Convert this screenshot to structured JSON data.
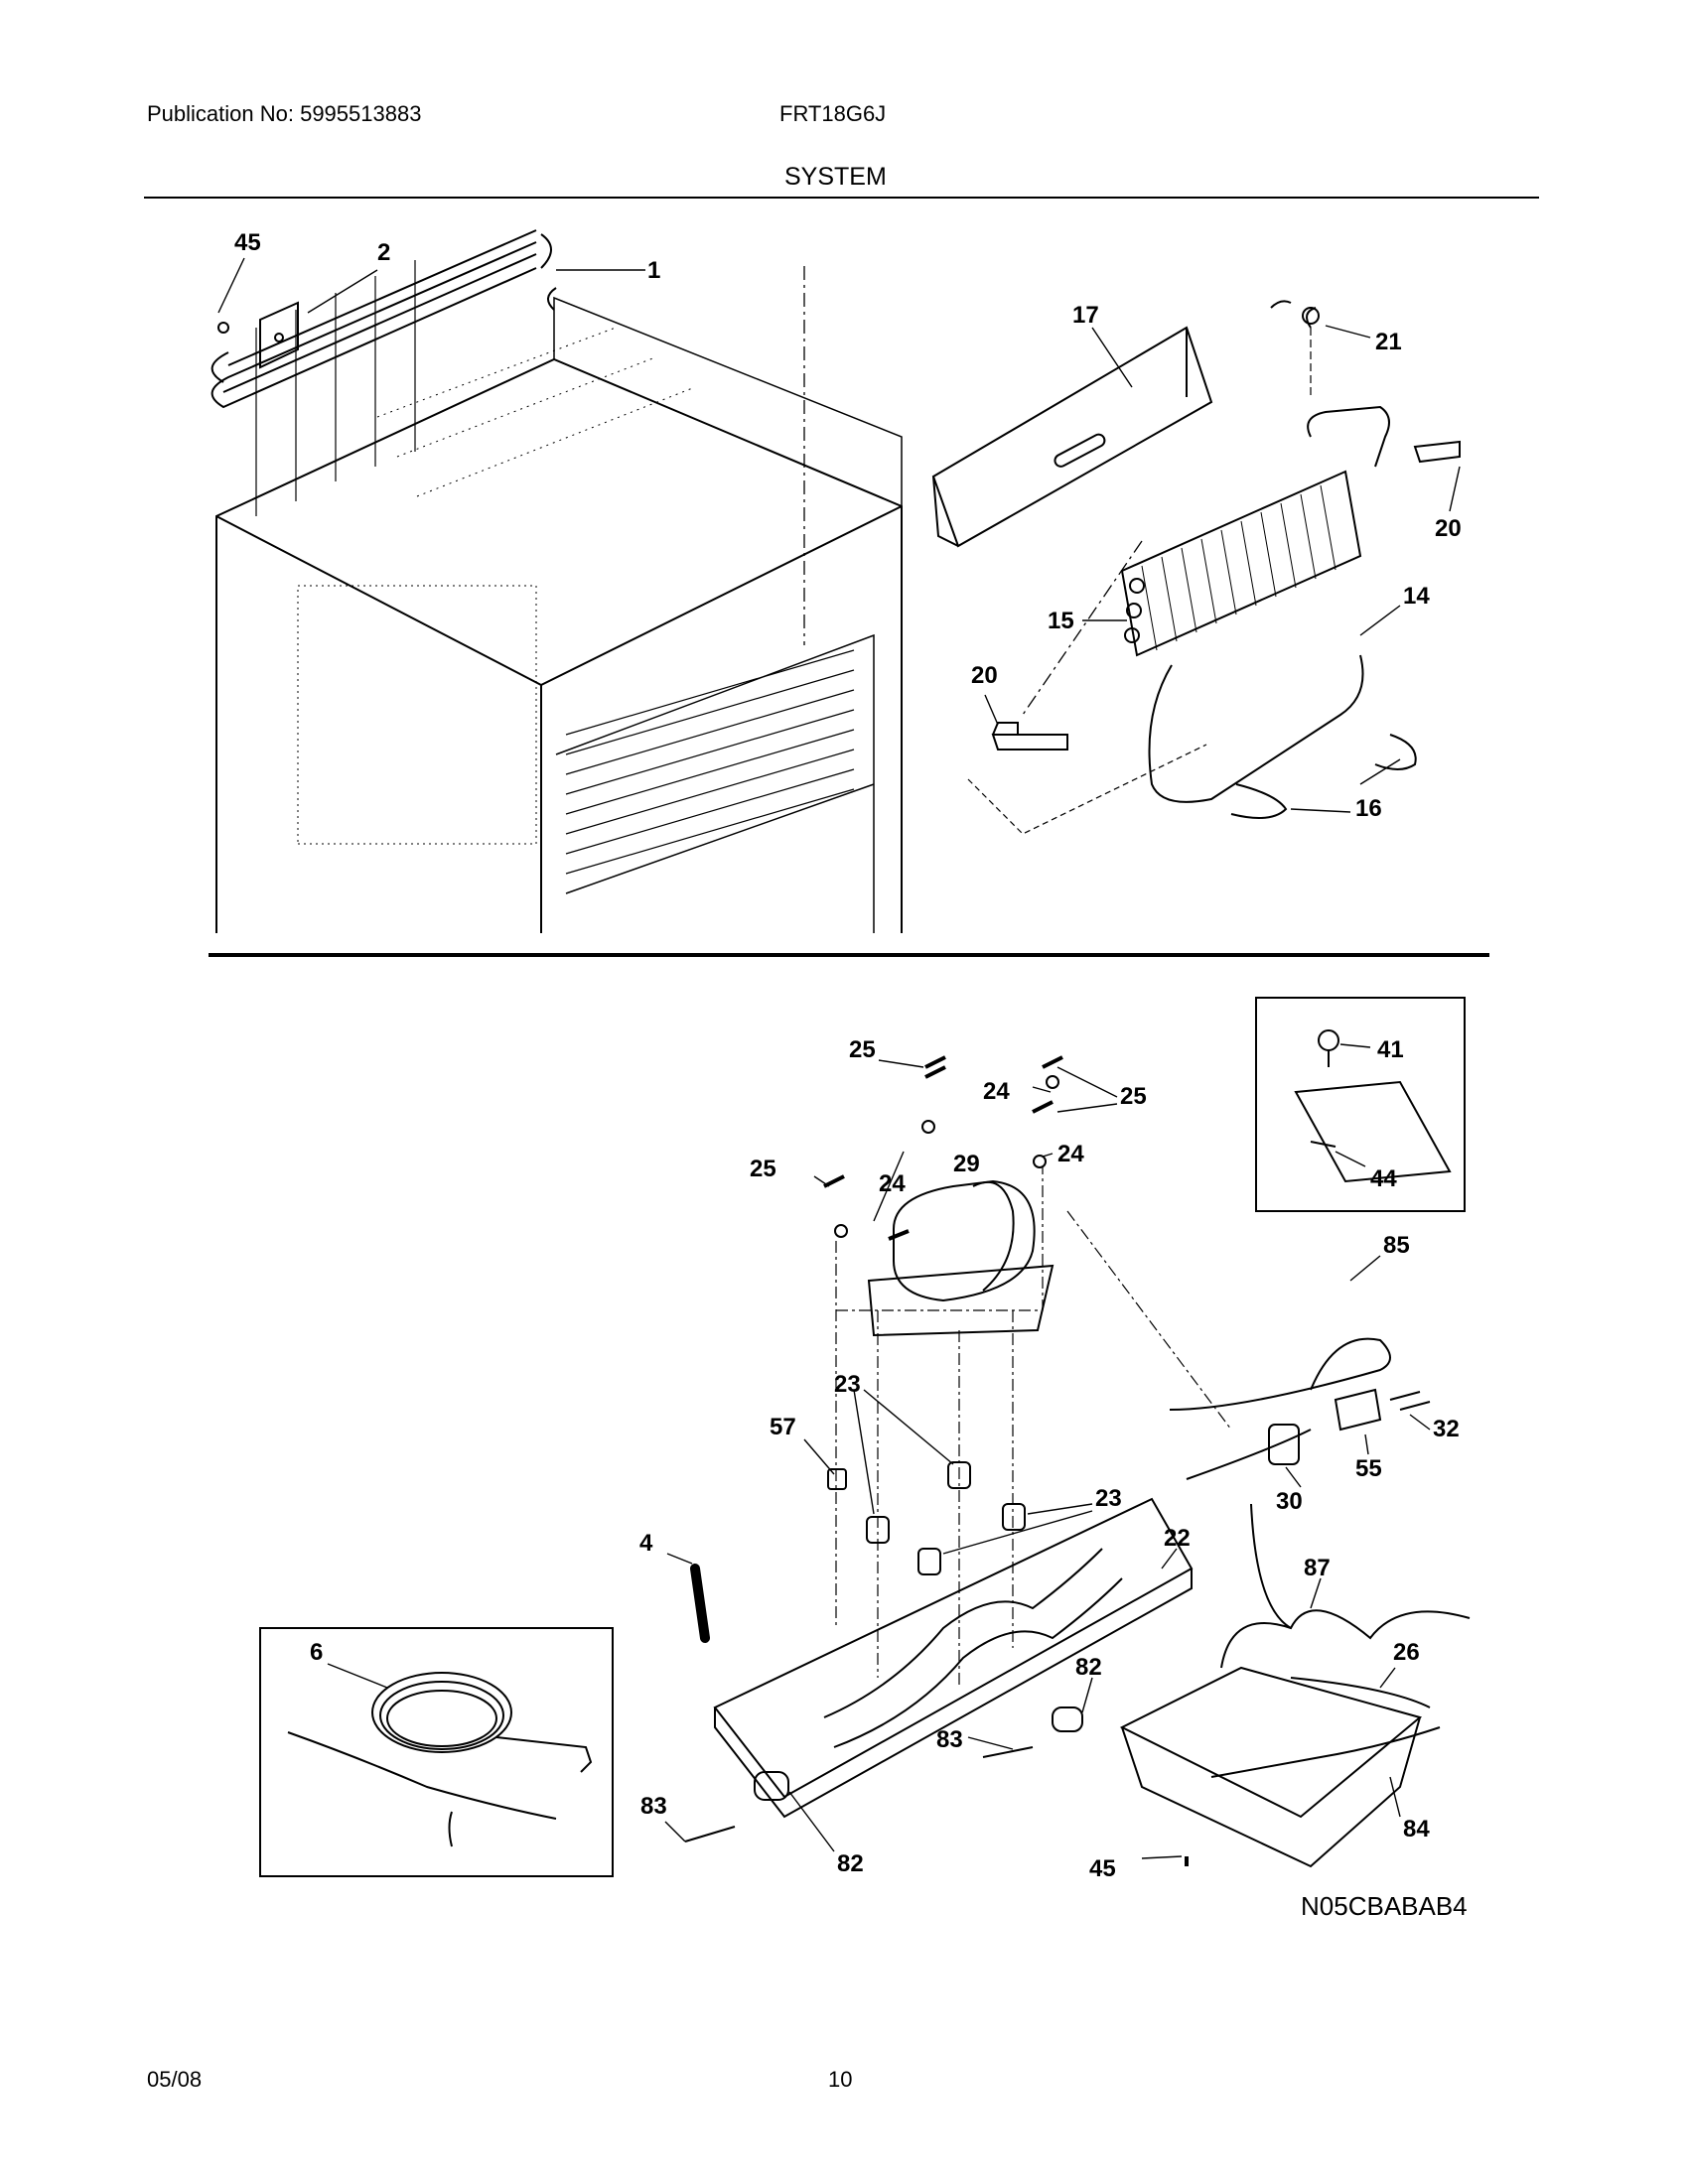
{
  "header": {
    "publication": "Publication No: 5995513883",
    "model": "FRT18G6J",
    "section": "SYSTEM"
  },
  "footer": {
    "date": "05/08",
    "page": "10"
  },
  "diagram_code": "N05CBABAB4",
  "callouts": {
    "c45a": "45",
    "c2": "2",
    "c1": "1",
    "c17": "17",
    "c21": "21",
    "c20a": "20",
    "c14": "14",
    "c15": "15",
    "c20b": "20",
    "c16": "16",
    "c25a": "25",
    "c24a": "24",
    "c25b": "25",
    "c25c": "25",
    "c24b": "24",
    "c29": "29",
    "c24c": "24",
    "c41": "41",
    "c44": "44",
    "c85": "85",
    "c23a": "23",
    "c57": "57",
    "c23b": "23",
    "c32": "32",
    "c55": "55",
    "c30": "30",
    "c22": "22",
    "c4": "4",
    "c87": "87",
    "c6": "6",
    "c26": "26",
    "c82a": "82",
    "c83a": "83",
    "c83b": "83",
    "c82b": "82",
    "c84": "84",
    "c45b": "45"
  }
}
